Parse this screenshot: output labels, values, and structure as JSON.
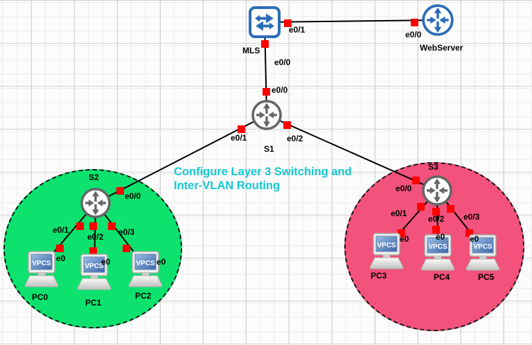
{
  "annotation": {
    "line1": "Configure Layer 3 Switching and",
    "line2": "Inter-VLAN Routing",
    "color": "#14c9d3"
  },
  "colors": {
    "vlan_left_fill": "#0ce26d",
    "vlan_right_fill": "#f2527b",
    "port_marker": "#fe0000",
    "link_line": "#000000",
    "device_blue": "#2b6cb8",
    "device_gray": "#666666",
    "annotation_cyan": "#14c9d3"
  },
  "vpcs_label": "VPCS",
  "nodes": {
    "mls": {
      "label": "MLS",
      "type": "multilayer-switch"
    },
    "webserver": {
      "label": "WebServer",
      "type": "router"
    },
    "s1": {
      "label": "S1",
      "type": "etherswitch-router"
    },
    "s2": {
      "label": "S2",
      "type": "etherswitch-router"
    },
    "s3": {
      "label": "S3",
      "type": "etherswitch-router"
    },
    "pc0": {
      "label": "PC0",
      "type": "vpcs"
    },
    "pc1": {
      "label": "PC1",
      "type": "vpcs"
    },
    "pc2": {
      "label": "PC2",
      "type": "vpcs"
    },
    "pc3": {
      "label": "PC3",
      "type": "vpcs"
    },
    "pc4": {
      "label": "PC4",
      "type": "vpcs"
    },
    "pc5": {
      "label": "PC5",
      "type": "vpcs"
    }
  },
  "links": [
    {
      "from": "MLS",
      "from_port": "e0/1",
      "to": "WebServer",
      "to_port": "e0/0"
    },
    {
      "from": "MLS",
      "from_port": "e0/0",
      "to": "S1",
      "to_port": "e0/0"
    },
    {
      "from": "S1",
      "from_port": "e0/1",
      "to": "S2",
      "to_port": "e0/0"
    },
    {
      "from": "S1",
      "from_port": "e0/2",
      "to": "S3",
      "to_port": "e0/0"
    },
    {
      "from": "S2",
      "from_port": "e0/1",
      "to": "PC0",
      "to_port": "e0"
    },
    {
      "from": "S2",
      "from_port": "e0/2",
      "to": "PC1",
      "to_port": "e0"
    },
    {
      "from": "S2",
      "from_port": "e0/3",
      "to": "PC2",
      "to_port": "e0"
    },
    {
      "from": "S3",
      "from_port": "e0/1",
      "to": "PC3",
      "to_port": "e0"
    },
    {
      "from": "S3",
      "from_port": "e0/2",
      "to": "PC4",
      "to_port": "e0"
    },
    {
      "from": "S3",
      "from_port": "e0/3",
      "to": "PC5",
      "to_port": "e0"
    }
  ]
}
